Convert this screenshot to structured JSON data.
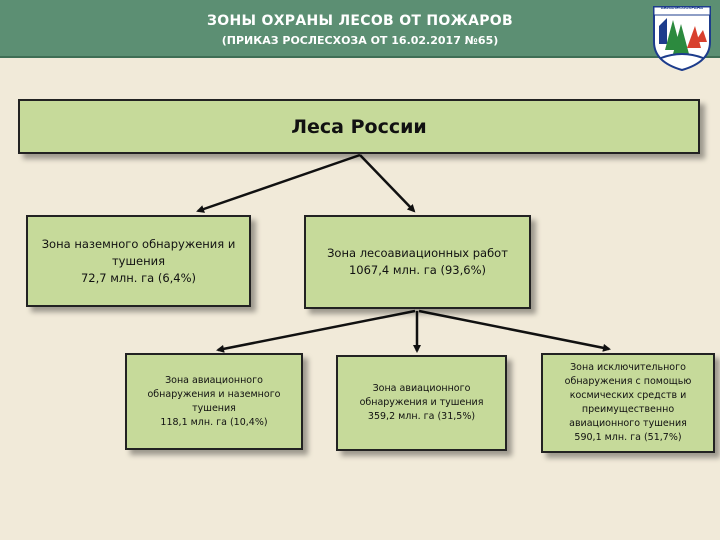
{
  "header": {
    "title": "ЗОНЫ ОХРАНЫ ЛЕСОВ ОТ ПОЖАРОВ",
    "subtitle": "(ПРИКАЗ РОСЛЕСХОЗА ОТ 16.02.2017 №65)",
    "logo_caption": "АВИАЛЕСООХРАНА"
  },
  "diagram": {
    "root": {
      "label": "Леса России"
    },
    "ground_zone": {
      "lines": [
        "Зона наземного обнаружения и",
        "тушения",
        "72,7 млн. га (6,4%)"
      ]
    },
    "aviation_zone": {
      "lines": [
        "Зона лесоавиационных работ",
        "1067,4 млн. га (93,6%)"
      ]
    },
    "aviation_ground_zone": {
      "lines": [
        "Зона авиационного",
        "обнаружения и наземного",
        "тушения",
        "118,1 млн. га (10,4%)"
      ]
    },
    "aviation_only_zone": {
      "lines": [
        "Зона авиационного",
        "обнаружения и тушения",
        "359,2 млн. га (31,5%)"
      ]
    },
    "space_zone": {
      "lines": [
        "Зона исключительного",
        "обнаружения с помощью",
        "космических средств и",
        "преимущественно",
        "авиационного тушения",
        "590,1 млн. га (51,7%)"
      ]
    }
  },
  "colors": {
    "header": "#5c8f73",
    "background": "#f1ead9",
    "box_fill": "#c6da9a",
    "border": "#222222"
  }
}
